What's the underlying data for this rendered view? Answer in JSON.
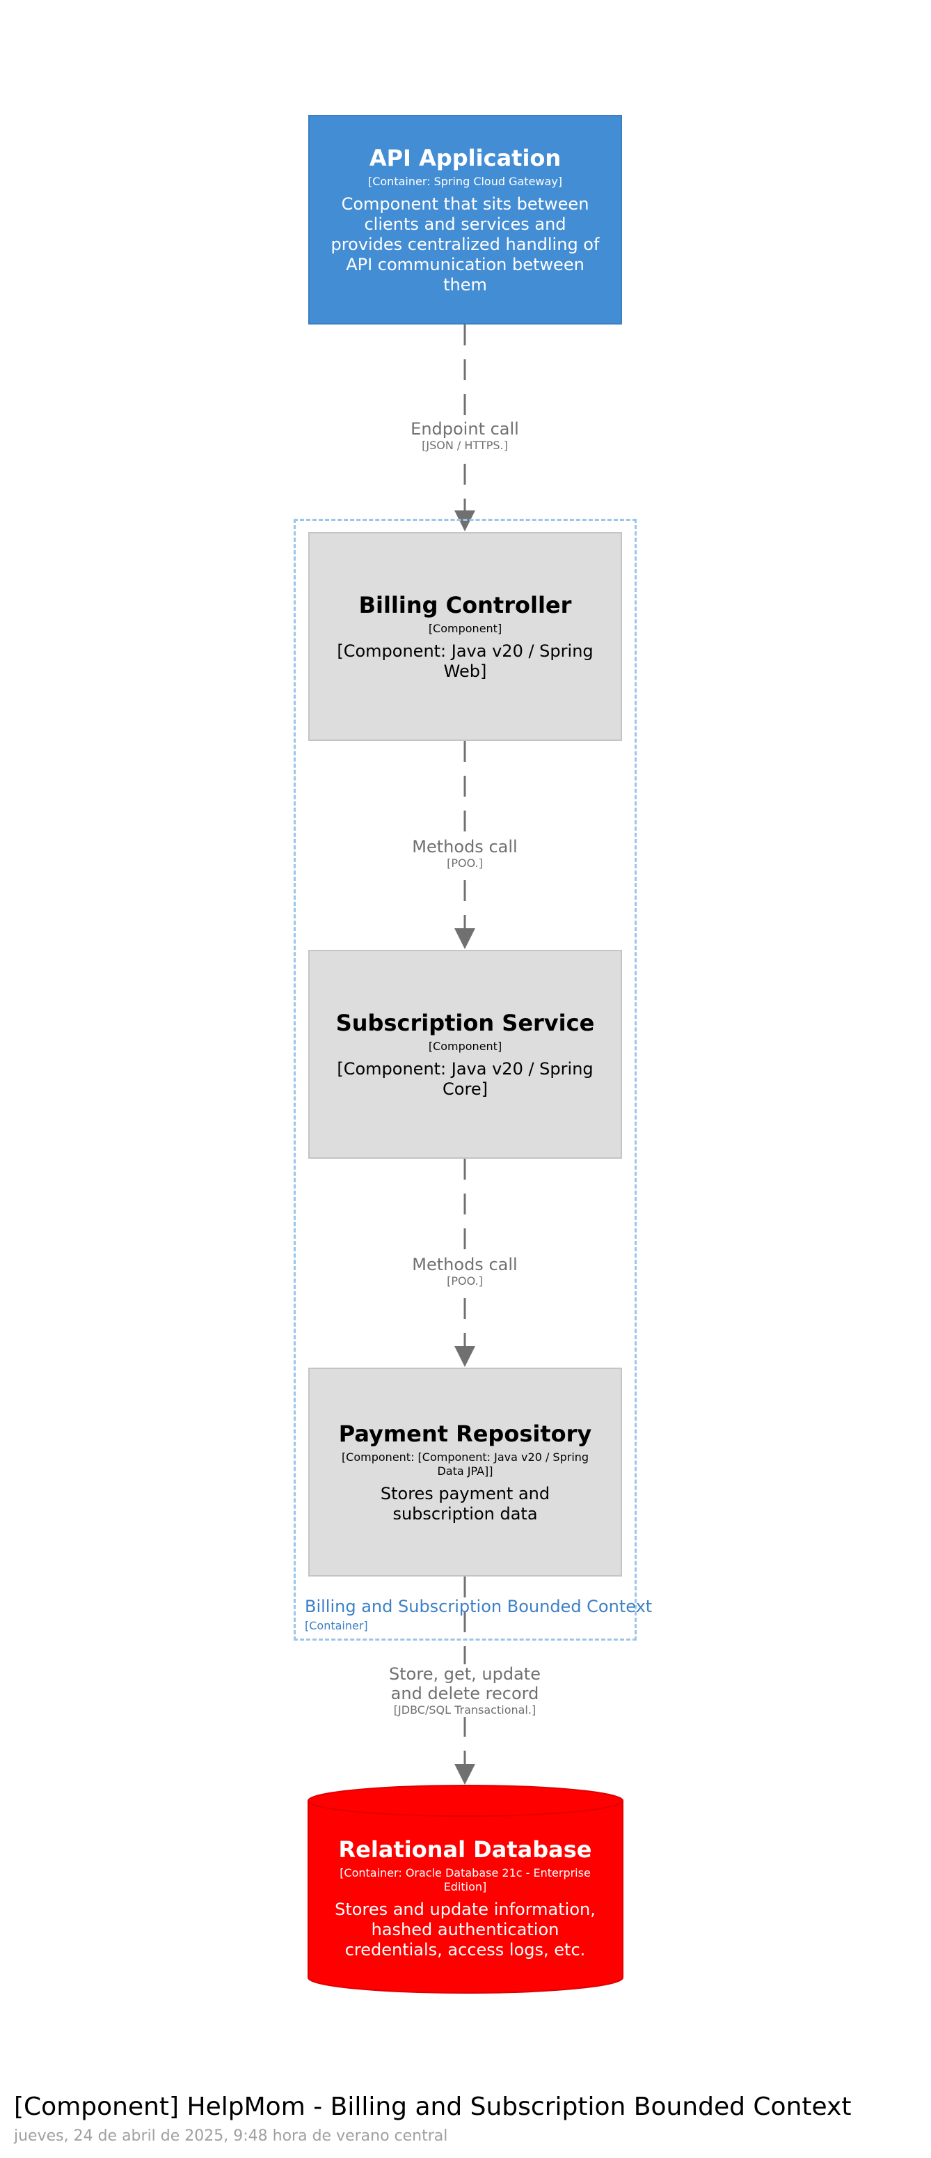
{
  "nodes": {
    "api": {
      "title": "API Application",
      "technology": "[Container: Spring Cloud Gateway]",
      "description": "Component that sits between clients and services and provides centralized handling of API communication between them"
    },
    "controller": {
      "title": "Billing Controller",
      "technology": "[Component]",
      "description": "[Component: Java v20 / Spring Web]"
    },
    "service": {
      "title": "Subscription Service",
      "technology": "[Component]",
      "description": "[Component: Java v20 / Spring Core]"
    },
    "repository": {
      "title": "Payment Repository",
      "technology": "[Component: [Component: Java v20 / Spring Data JPA]]",
      "description": "Stores payment and subscription data"
    },
    "database": {
      "title": "Relational Database",
      "technology": "[Container: Oracle Database 21c - Enterprise Edition]",
      "description": "Stores and update information, hashed authentication credentials, access logs, etc."
    }
  },
  "boundary": {
    "label": "Billing and Subscription Bounded Context",
    "technology": "[Container]"
  },
  "relationships": [
    {
      "label": "Endpoint call",
      "technology": "[JSON / HTTPS.]"
    },
    {
      "label": "Methods call",
      "technology": "[POO.]"
    },
    {
      "label": "Methods call",
      "technology": "[POO.]"
    },
    {
      "label": "Store, get, update and delete record",
      "technology": "[JDBC/SQL Transactional.]"
    }
  ],
  "diagram": {
    "title": "[Component] HelpMom - Billing and Subscription Bounded Context",
    "subtitle": "jueves, 24 de abril de 2025, 9:48 hora de verano central"
  },
  "colors": {
    "container": "#438dd5",
    "component": "#dddddd",
    "database": "#ff0000",
    "boundary": "#9cc5ec",
    "edge": "#707070"
  }
}
